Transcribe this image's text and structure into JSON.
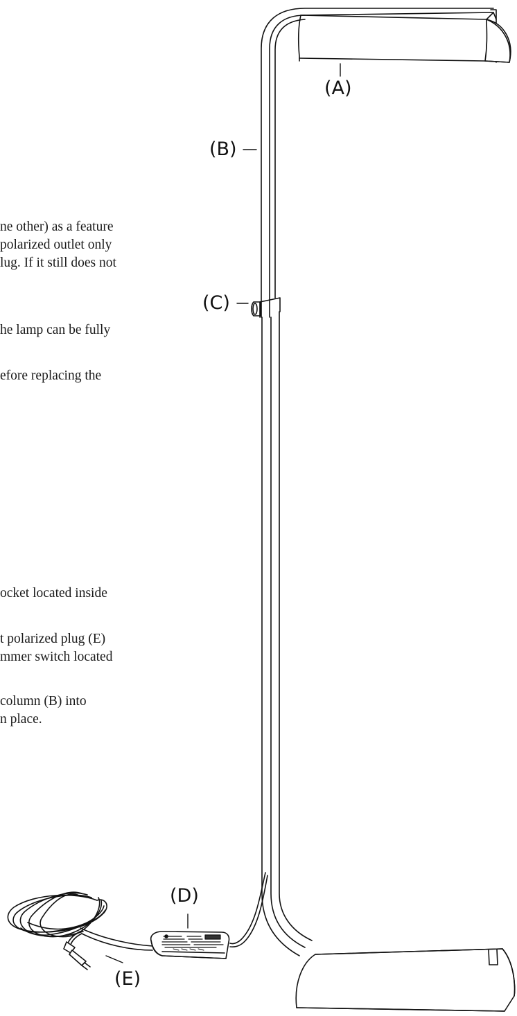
{
  "text": {
    "paragraph_1": [
      "ne other) as a feature",
      "polarized outlet only",
      "lug. If it still does not"
    ],
    "paragraph_2": [
      "he lamp can be fully"
    ],
    "paragraph_3": [
      "efore replacing the"
    ],
    "paragraph_4": [
      "ocket located inside"
    ],
    "paragraph_5": [
      "t polarized plug (E)",
      "mmer switch located"
    ],
    "paragraph_6": [
      "column (B) into",
      "n place."
    ]
  },
  "callouts": {
    "A": "(A)",
    "B": "(B)",
    "C": "(C)",
    "D": "(D)",
    "E": "(E)"
  }
}
